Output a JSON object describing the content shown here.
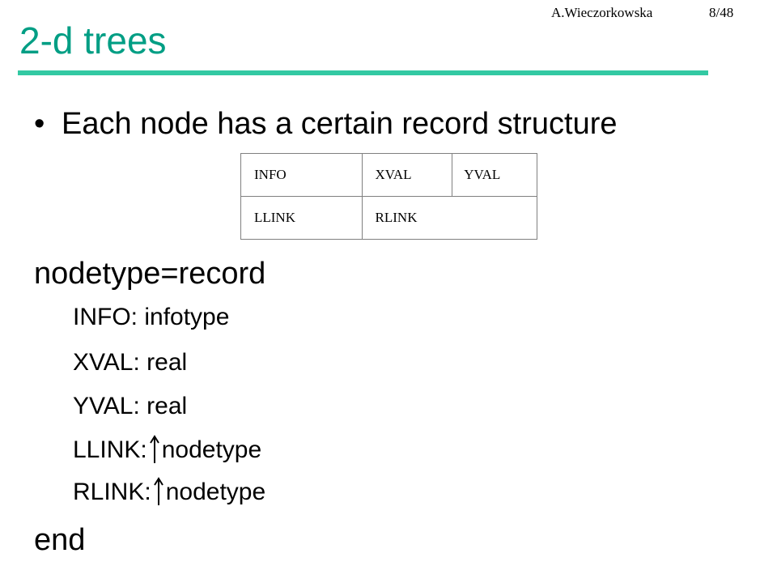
{
  "header": {
    "author": "A.Wieczorkowska",
    "page": "8/48"
  },
  "slide": {
    "title": "2-d trees",
    "bullet_marker": "•",
    "bullet_text": "Each node has a certain record structure"
  },
  "record_table": {
    "rows": [
      [
        "INFO",
        "XVAL",
        "YVAL"
      ],
      [
        "LLINK",
        "RLINK",
        ""
      ]
    ]
  },
  "declaration": {
    "header": "nodetype=record",
    "fields": [
      {
        "name": "INFO:",
        "type": "infotype",
        "pointer": false
      },
      {
        "name": "XVAL:",
        "type": "real",
        "pointer": false
      },
      {
        "name": "YVAL:",
        "type": "real",
        "pointer": false
      },
      {
        "name": "LLINK:",
        "type": "nodetype",
        "pointer": true
      },
      {
        "name": "RLINK:",
        "type": "nodetype",
        "pointer": true
      }
    ],
    "footer": "end"
  },
  "colors": {
    "title": "#009e84",
    "rule": "#33c9a3",
    "table_border": "#808080"
  },
  "icons": {
    "pointer": "up-arrow-icon"
  }
}
